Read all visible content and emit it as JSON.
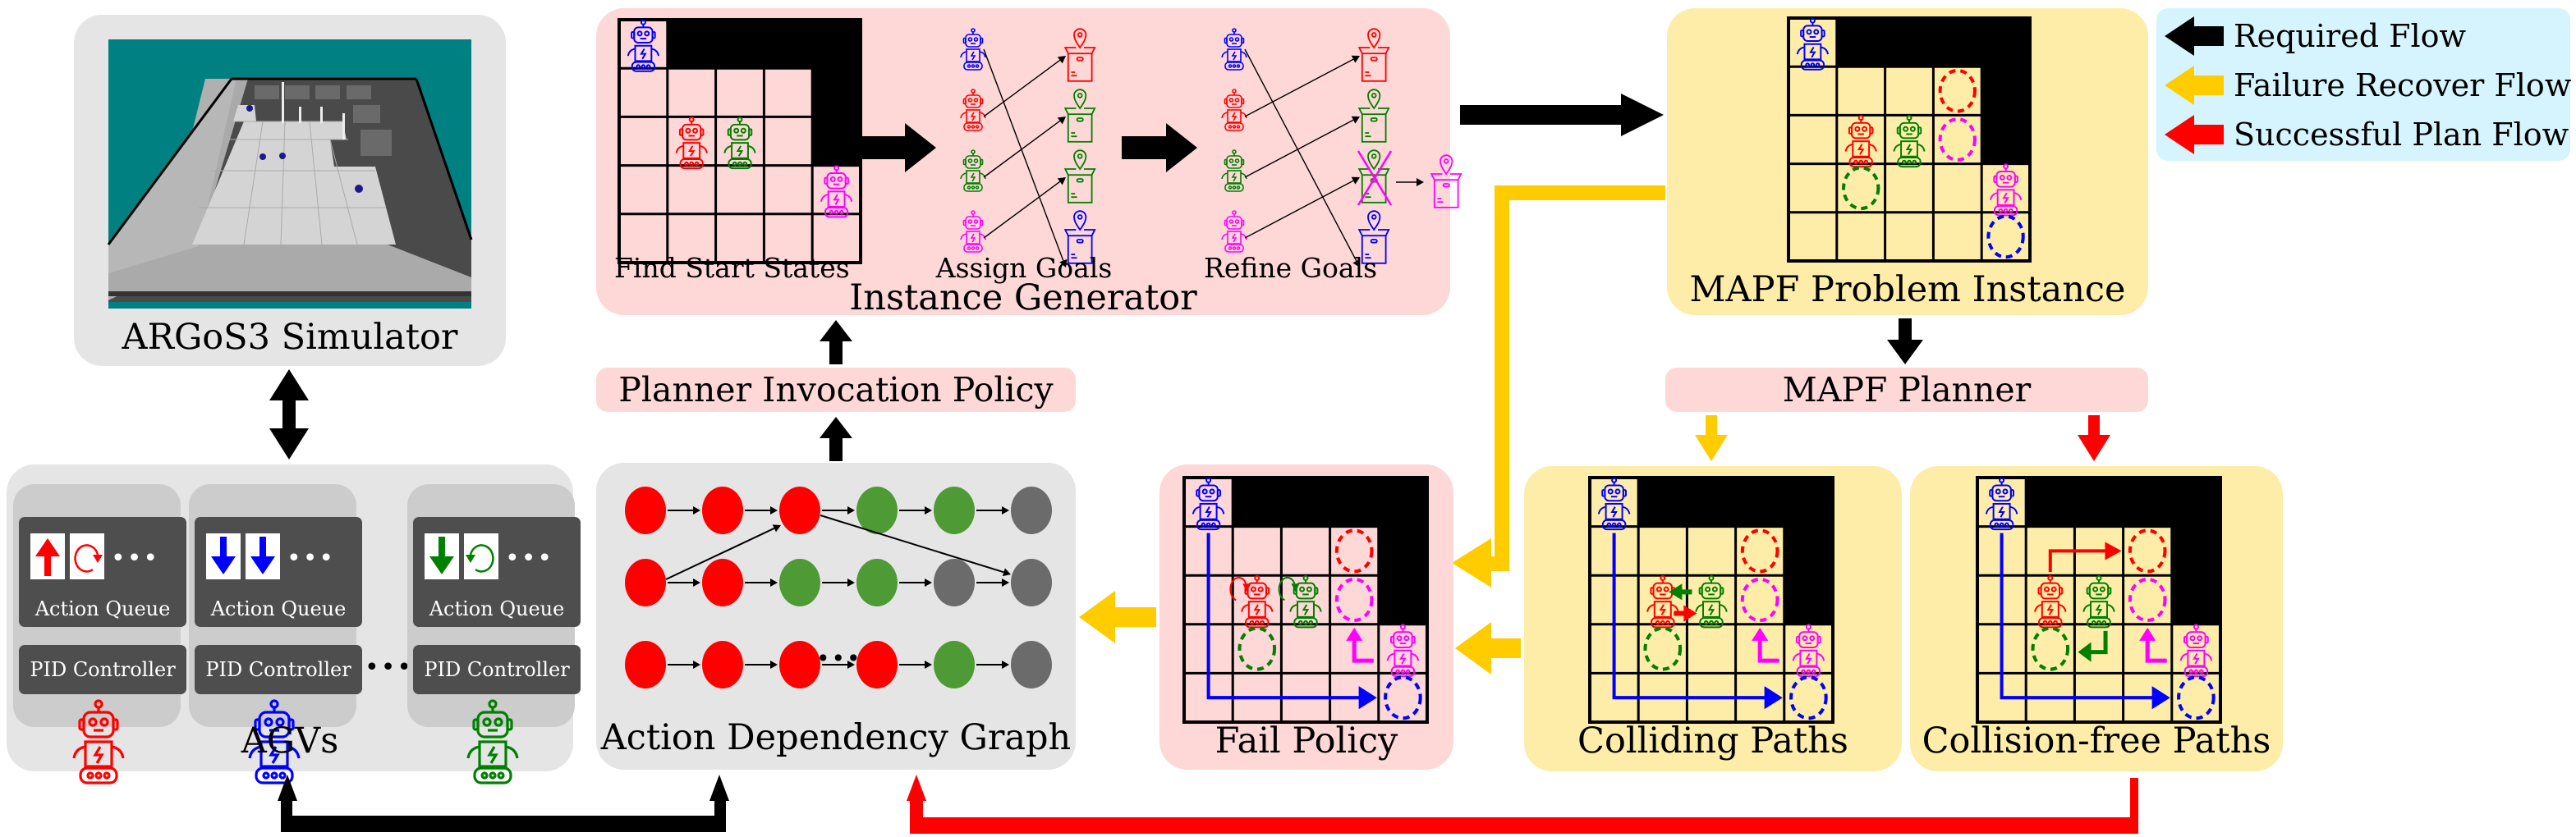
{
  "argos": {
    "title": "ARGoS3 Simulator"
  },
  "agvs": {
    "title": "AGVs",
    "ellipsis": "•••",
    "cards": [
      {
        "color": "#ff0000",
        "queue_label": "Action Queue",
        "controller_label": "PID Controller",
        "actions": [
          "arrow-up",
          "rotate-clockwise"
        ],
        "robot_icon": "robot-icon"
      },
      {
        "color": "#0000ff",
        "queue_label": "Action Queue",
        "controller_label": "PID Controller",
        "actions": [
          "arrow-down",
          "arrow-down"
        ],
        "robot_icon": "robot-icon"
      },
      {
        "color": "#008000",
        "queue_label": "Action Queue",
        "controller_label": "PID Controller",
        "actions": [
          "arrow-down",
          "rotate-counterclockwise"
        ],
        "robot_icon": "robot-icon"
      }
    ],
    "queue_more": "•••"
  },
  "instance_generator": {
    "title": "Instance Generator",
    "steps": [
      {
        "label": "Find Start States"
      },
      {
        "label": "Assign Goals"
      },
      {
        "label": "Refine Goals"
      }
    ],
    "robot_colors": [
      "#0000ff",
      "#ff0000",
      "#008000",
      "#ff00ff"
    ],
    "goal_colors": [
      "#ff0000",
      "#008000",
      "#008000",
      "#0000ff"
    ],
    "refined_goal_color": "#ff00ff"
  },
  "planner_invocation_policy": {
    "label": "Planner Invocation Policy"
  },
  "adg": {
    "title": "Action Dependency Graph",
    "ellipsis": "•••",
    "rows": [
      [
        "red",
        "red",
        "red",
        "green",
        "green",
        "gray"
      ],
      [
        "red",
        "red",
        "green",
        "green",
        "gray",
        "gray"
      ],
      [
        "red",
        "red",
        "red",
        "red",
        "green",
        "gray"
      ]
    ],
    "node_colors": {
      "red": "#ff0000",
      "green": "#4e9a35",
      "gray": "#6b6b6b"
    }
  },
  "mapf_instance": {
    "title": "MAPF Problem Instance"
  },
  "mapf_planner": {
    "label": "MAPF Planner"
  },
  "fail_policy": {
    "title": "Fail Policy"
  },
  "colliding_paths": {
    "title": "Colliding Paths"
  },
  "collision_free_paths": {
    "title": "Collision-free Paths"
  },
  "legend": {
    "items": [
      {
        "label": "Required Flow",
        "color": "#000000"
      },
      {
        "label": "Failure Recover Flow",
        "color": "#ffcc00"
      },
      {
        "label": "Successful Plan Flow",
        "color": "#ff0000"
      }
    ]
  },
  "colors": {
    "required_flow": "#000000",
    "failure_flow": "#ffcc00",
    "success_flow": "#ff0000",
    "gray_panel": "#e5e5e5",
    "pink_panel": "#fed7d7",
    "yellow_panel": "#feeda8",
    "legend_panel": "#d6f4fd",
    "argos_teal": "#008080"
  }
}
